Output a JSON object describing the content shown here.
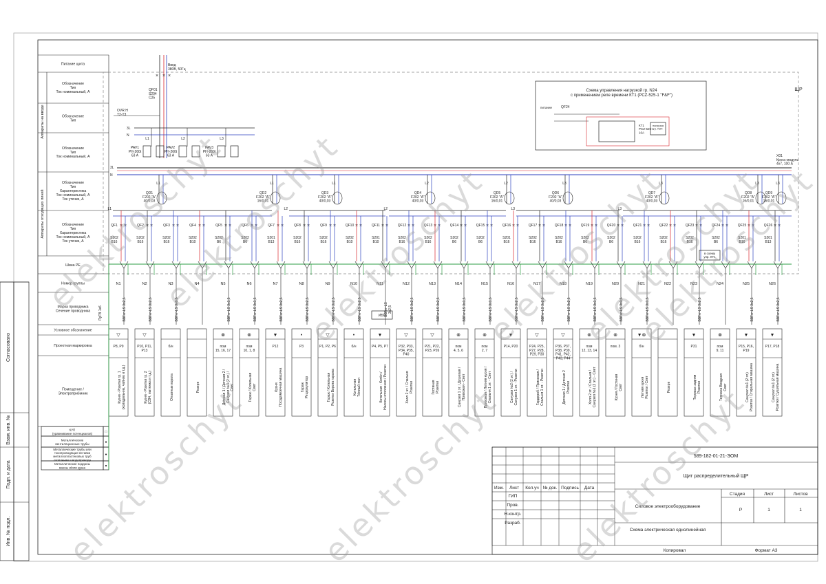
{
  "sheet_label": "ЩР",
  "row_headers": [
    "Питание щита",
    "Обозначение\nТип\nТок номинальный, А",
    "Обозначение\nТип",
    "Обозначение\nТип\nТок номинальный, А",
    "Обозначение\nТип\nХарактеристика\nТок номинальный, А\nТок утечки, А",
    "Обозначение\nТип\nХарактеристика\nТок номинальный, А\nТок утечки, А",
    "Шина PE",
    "Номер группы",
    "Марка проводника\nСечение проводника",
    "Условное обозначение",
    "Проектная маркировка",
    "Помещение /\nЭлектроприёмник"
  ],
  "side_group_labels": [
    "Аппараты на вводе",
    "Аппараты отходящих линий"
  ],
  "input": {
    "title": "Ввод\n380В, 50Гц",
    "breaker": "QF01\nS204\nC25",
    "ovr": "OVR H\nT2-T3",
    "relays": [
      {
        "name": "PAV1\nРН-260t\n63 А",
        "line": "L1"
      },
      {
        "name": "PAV2\nРН-260t\n63 А",
        "line": "L2"
      },
      {
        "name": "PAV3\nРН-260t\n63 А",
        "line": "L3"
      }
    ],
    "bus_3l": "3L",
    "bus_n": "N",
    "cross_module": "X01\nКросс-модуль\n4x7, 100 А"
  },
  "control_box": {
    "title": "Схема управления нагрузкой гр. N24\nс применением реле времени КТ1 (PCZ-525-1 \"F&F\")",
    "power": "питание",
    "breaker": "QF24",
    "relay": "КТ1\nPCZ-525-1\n16А",
    "load": "нагрузка\nгр. N24",
    "scheme_note": "в схему\nупр. КТ1"
  },
  "rcds": [
    {
      "name": "QD1\nF202 \"A\"\n40/0,03",
      "line": "L1"
    },
    {
      "name": "QD2\nF202 \"A\"\n16/0,01",
      "line": "L1"
    },
    {
      "name": "QD3\nF202 \"A\"\n40/0,03",
      "line": "L1"
    },
    {
      "name": "QD4\nF202 \"A\"\n40/0,03",
      "line": "L2"
    },
    {
      "name": "QD5\nF202 \"A\"\n16/0,01",
      "line": "L2"
    },
    {
      "name": "QD6\nF202 \"A\"\n40/0,03",
      "line": "L3"
    },
    {
      "name": "QD7\nF202 \"A\"\n40/0,03",
      "line": "L3"
    },
    {
      "name": "QD8\nF202 \"A\"\n16/0,01",
      "line": "L3"
    },
    {
      "name": "QD9\nF202 \"A\"\n16/0,01",
      "line": "L3"
    }
  ],
  "bus_labels": [
    "L1",
    "L2",
    "L2",
    "L3",
    "L3"
  ],
  "groups": [
    {
      "qf": "QF1",
      "type": "S202\nB16",
      "num": "N1",
      "cable": "ВВГнг-LS 3x2,5",
      "sym": "socket",
      "mark": "P8, P9",
      "room": "Кухня - Розетки гр. 1\n(холодильник, чайник и т.д.)"
    },
    {
      "qf": "QF2",
      "type": "S202\nB16",
      "num": "N2",
      "cable": "ВВГнг-LS 3x2,5",
      "sym": "socket",
      "mark": "P10, P11,\nP13",
      "room": "Кухня - Розетки гр. 2\n(СВЧ, вытяжка и т.д.)"
    },
    {
      "qf": "QF3",
      "type": "S202\nB16",
      "num": "N3",
      "cable": "ВВГнг-LS 3x1,5",
      "sym": "",
      "mark": "б/н",
      "room": "Откатные ворота"
    },
    {
      "qf": "QF4",
      "type": "S202\nB10",
      "num": "N4",
      "cable": "",
      "sym": "",
      "mark": "",
      "room": "Резерв"
    },
    {
      "qf": "QF5",
      "type": "S202\nB6",
      "num": "N5",
      "cable": "ВВГнг-LS 3x1,5",
      "sym": "lamp",
      "mark": "пом\n15, 16, 17",
      "room": "Детская 1 / Детская 2 /\nСанузел №3 (2 эт.) /\nСвет"
    },
    {
      "qf": "QF6",
      "type": "S202\nB6",
      "num": "N6",
      "cable": "ВВГнг-LS 3x1,5",
      "sym": "lamp",
      "mark": "пом\n10, 1, 8",
      "room": "Гараж / Котельная\nСвет"
    },
    {
      "qf": "QF7",
      "type": "S201\nB13",
      "num": "N7",
      "cable": "ВВГнг-LS 3x2,5",
      "sym": "socketf",
      "mark": "P12",
      "room": "Кухня\nПосудомоечная машина"
    },
    {
      "qf": "QF8",
      "type": "S202\nB16",
      "num": "N8",
      "cable": "ВВГнг-LS 3x2,5",
      "sym": "dot",
      "mark": "P3",
      "room": "Гараж\nРециркулятор"
    },
    {
      "qf": "QF9",
      "type": "S202\nB16",
      "num": "N9",
      "cable": "ВВГнг-LS 3x2,5",
      "sym": "socket",
      "mark": "P1, P2, P6",
      "room": "Гараж / Котельная\nРозетки Ворота гаража"
    },
    {
      "qf": "QF10",
      "type": "S202\nB10",
      "num": "N10",
      "cable": "ВВГнг-LS 3x2,5",
      "sym": "dot",
      "mark": "б/н",
      "room": "Котельная\nТёплый пол"
    },
    {
      "qf": "QF11",
      "type": "S201\nB10",
      "num": "N11",
      "cable": "ВВГнг-LS\n3x2,5",
      "sym": "socketf",
      "mark": "P4, P5, P7",
      "room": "Котельная - Котёл /\nНасосы отопления / Розетки"
    },
    {
      "qf": "QF12",
      "type": "S202\nB16",
      "num": "N12",
      "cable": "ВВГнг-LS 3x2,5",
      "sym": "socket",
      "mark": "P32, P33,\nP34, P35,\nP40",
      "room": "Холл 2 эт. / Спальня\nРозетки"
    },
    {
      "qf": "QF13",
      "type": "S202\nB16",
      "num": "N13",
      "cable": "ВВГнг-LS 3x2,5",
      "sym": "socket",
      "mark": "P21, P22,\nP23, P26",
      "room": "Гостиная\nРозетки"
    },
    {
      "qf": "QF14",
      "type": "S202\nB6",
      "num": "N14",
      "cable": "ВВГнг-LS 3x1,5",
      "sym": "lamp",
      "mark": "пом\n4, 5, 6",
      "room": "Санузел 1 эт. / Душевая /\nПрихожая - Свет"
    },
    {
      "qf": "QF15",
      "type": "S202\nB6",
      "num": "N15",
      "cable": "ВВГнг-LS 3x1,5",
      "sym": "lamp",
      "mark": "пом\n2, 7",
      "room": "Прихожая / Летняя кухня /\nСпальня 1 эт. - Свет"
    },
    {
      "qf": "QF16",
      "type": "S201\nB16",
      "num": "N16",
      "cable": "ВВГнг-LS 3x2,5",
      "sym": "socketf",
      "mark": "P14, P20",
      "room": "Санузел №2 (2 эт.) /\nСанузел 1 эт. - Розетки"
    },
    {
      "qf": "QF17",
      "type": "S202\nB16",
      "num": "N17",
      "cable": "ВВГнг-LS 3x2,5",
      "sym": "socket",
      "mark": "P24, P25,\nP27, P28,\nP29, P30",
      "room": "Гардероб / Прихожая /\nСпальня 1 эт. - Розетки"
    },
    {
      "qf": "QF18",
      "type": "S202\nB16",
      "num": "N18",
      "cable": "ВВГнг-LS 3x2,5",
      "sym": "socket",
      "mark": "P36, P37,\nP38, P39,\nP41, P42,\nP43, P44",
      "room": "Детская 1 / Детская 2\nРозетки"
    },
    {
      "qf": "QF19",
      "type": "S202\nB6",
      "num": "N19",
      "cable": "ВВГнг-LS 3x1,5",
      "sym": "lamp",
      "mark": "пом\n12, 13, 14",
      "room": "Холл 2 эт. / Спальня /\nСанузел №1 (2 эт.) - Свет"
    },
    {
      "qf": "QF20",
      "type": "S202\nB6",
      "num": "N20",
      "cable": "ВВГнг-LS 3x1,5",
      "sym": "lamp",
      "mark": "пом. 3",
      "room": "Кухня / Гостиная\nСвет"
    },
    {
      "qf": "QF21",
      "type": "S202\nB16",
      "num": "N21",
      "cable": "ВВГнг-LS 3x1,5",
      "sym": "socketlamp",
      "mark": "б/н",
      "room": "Летняя кухня\nРозетки / Свет"
    },
    {
      "qf": "QF22",
      "type": "S202\nB16",
      "num": "N22",
      "cable": "",
      "sym": "",
      "mark": "",
      "room": "Резерв"
    },
    {
      "qf": "QF23",
      "type": "S202\nB16",
      "num": "N23",
      "cable": "ВВГнг-LS 3x2,5",
      "sym": "socketf",
      "mark": "P31",
      "room": "Терраса задняя\nРозетки"
    },
    {
      "qf": "QF24",
      "type": "S202\nB6",
      "num": "N24",
      "cable": "",
      "sym": "lamp",
      "mark": "пом\n9, 11",
      "room": "Терраса Входная\nСвет"
    },
    {
      "qf": "QF25",
      "type": "S201\nB16",
      "num": "N25",
      "cable": "ВВГнг-LS 3x2,5",
      "sym": "socketf",
      "mark": "P15, P16,\nP19",
      "room": "Санузел №1 (2 эт.)\nРозетки / Стиральная машина"
    },
    {
      "qf": "QF26",
      "type": "S201\nB13",
      "num": "N26",
      "cable": "ВВГнг-LS 3x2,5",
      "sym": "socketf",
      "mark": "P17, P18",
      "room": "Санузел №1 (2 эт.)\nРозетки / Сушильная машина"
    }
  ],
  "group_extras": {
    "cable_left": "ПуГВ 1x6",
    "ibp": "ИБП"
  },
  "equipotential": [
    {
      "label": "КУП\n(уравнивание потенциалов)",
      "sym": "□"
    },
    {
      "label": "Металлические\nвентиляционные трубы",
      "sym": "●"
    },
    {
      "label": "Металлические трубы или\nтокопроводящие вставки\nметаллопластиковых труб\nотопления и водопровода",
      "sym": "●"
    },
    {
      "label": "Металлические поддоны\nванны и/или душа",
      "sym": "●"
    }
  ],
  "side_stamp": [
    "Согласовано",
    "Взам. инв. №",
    "Подп. и дата",
    "Инв. № подл."
  ],
  "title_block": {
    "code": "589-182-01-21-ЭОМ",
    "name": "Щит распределительный ЩР",
    "section": "Силовое электрооборудование",
    "sheet_title": "Схема электрическая однолинейная",
    "cols": [
      "Изм.",
      "Лист",
      "Кол.уч",
      "№ док.",
      "Подпись",
      "Дата"
    ],
    "roles": [
      "ГИП",
      "Пров.",
      "Н.контр.",
      "Разраб."
    ],
    "stage_h": "Стадия",
    "sheet_h": "Лист",
    "sheets_h": "Листов",
    "stage": "Р",
    "sheet": "1",
    "sheets": "1",
    "copied": "Копировал",
    "format": "Формат А3"
  },
  "watermark": "elektroschyt",
  "colors": {
    "red": "#d8242b",
    "blue": "#2b3fbf",
    "green": "#2e9e45",
    "black": "#222222"
  }
}
